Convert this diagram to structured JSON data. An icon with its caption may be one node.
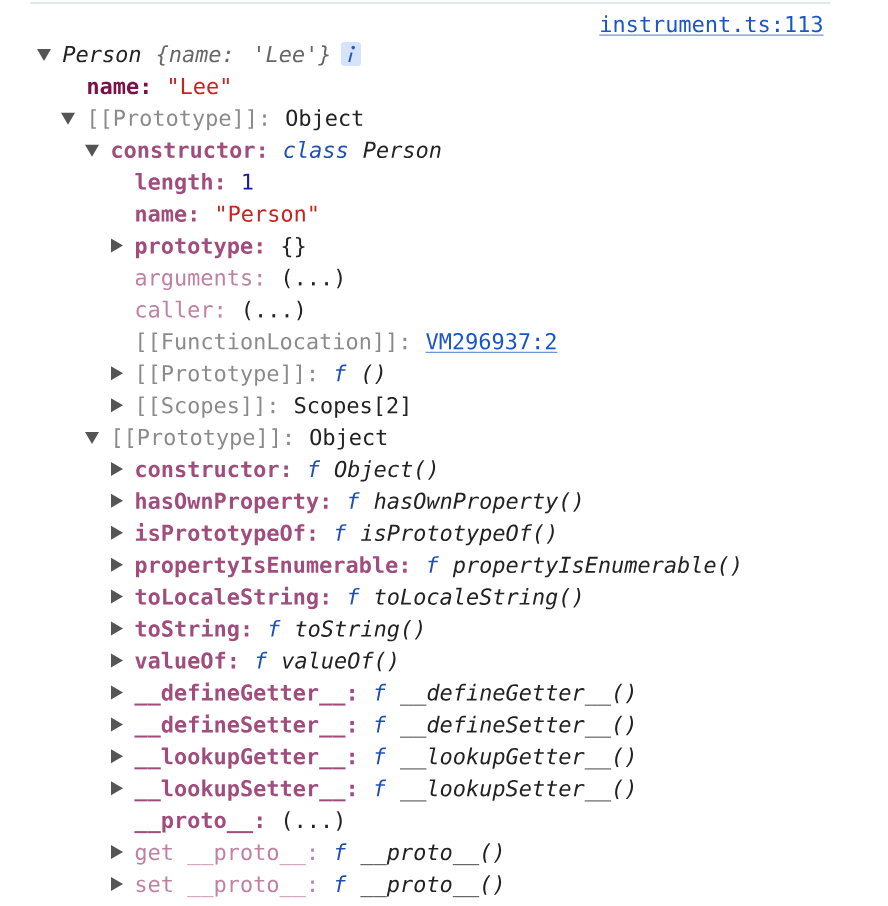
{
  "diagram": {
    "labels": [
      "instrument.ts:113",
      "Person",
      "{name: 'Lee'}",
      "name:",
      "\"Lee\"",
      "[[Prototype]]:",
      "Object",
      "constructor:",
      "class",
      "Person",
      "length:",
      "1",
      "name:",
      "\"Person\"",
      "prototype:",
      "{}",
      "arguments:",
      "(...)",
      "caller:",
      "(...)",
      "[[FunctionLocation]]:",
      "VM296937:2",
      "[[Prototype]]:",
      "f",
      "()",
      "[[Scopes]]:",
      "Scopes[2]",
      "[[Prototype]]:",
      "Object",
      "constructor:",
      "f",
      "Object()",
      "hasOwnProperty:",
      "f",
      "hasOwnProperty()",
      "isPrototypeOf:",
      "f",
      "isPrototypeOf()",
      "propertyIsEnumerable:",
      "f",
      "propertyIsEnumerable()",
      "toLocaleString:",
      "f",
      "toLocaleString()",
      "toString:",
      "f",
      "toString()",
      "valueOf:",
      "f",
      "valueOf()",
      "__defineGetter__:",
      "f",
      "__defineGetter__()",
      "__defineSetter__:",
      "f",
      "__defineSetter__()",
      "__lookupGetter__:",
      "f",
      "__lookupGetter__()",
      "__lookupSetter__:",
      "f",
      "__lookupSetter__()",
      "__proto__:",
      "(...)",
      "get __proto__:",
      "f",
      "__proto__()",
      "set __proto__:",
      "f",
      "__proto__()"
    ]
  }
}
